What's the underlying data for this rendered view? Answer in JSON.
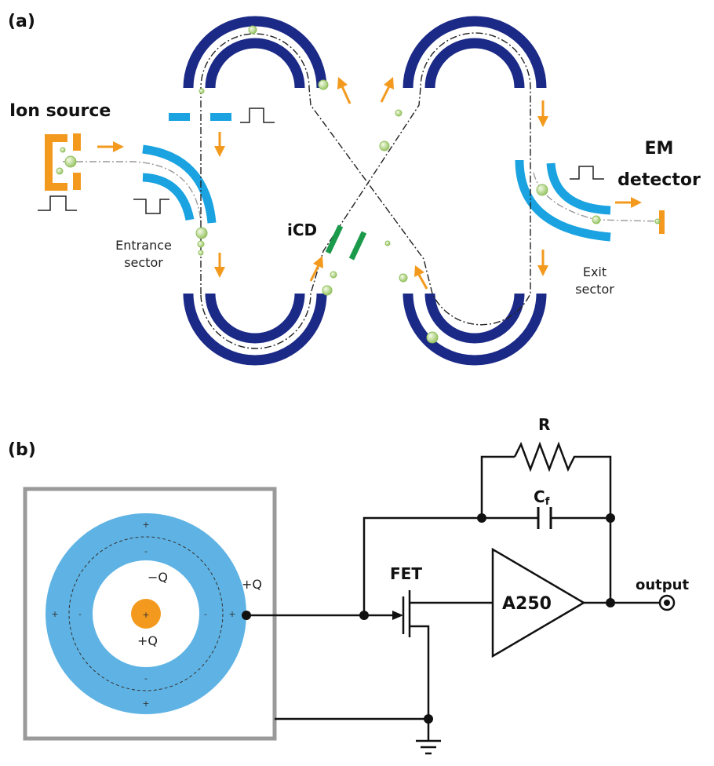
{
  "colors": {
    "dark_blue": "#1c2a87",
    "light_blue": "#1aa3e0",
    "orange": "#f39a1e",
    "green_ion": "#b9d98a",
    "icd_green": "#1a9a4a",
    "shield_blue": "#5fb3e4",
    "frame_gray": "#9a9a9a"
  },
  "panel_a": {
    "label": "(a)",
    "ion_source": "Ion source",
    "entrance_sector": [
      "Entrance",
      "sector"
    ],
    "icd": "iCD",
    "em_detector": [
      "EM",
      "detector"
    ],
    "exit_sector": [
      "Exit",
      "sector"
    ]
  },
  "panel_b": {
    "label": "(b)",
    "inner_charge": "+Q",
    "induced_neg": "−Q",
    "outer_pos": "+Q",
    "plus_sign": "+",
    "minus_sign": "-",
    "fet": "FET",
    "amplifier": "A250",
    "resistor": "R",
    "capacitor_main": "C",
    "capacitor_sub": "f",
    "output": "output"
  }
}
